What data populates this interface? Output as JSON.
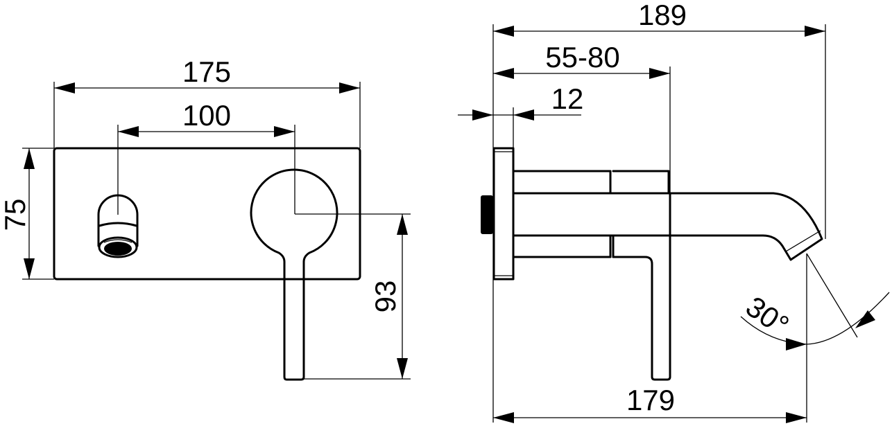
{
  "drawing": {
    "type": "technical-dimension-drawing",
    "subject": "wall-mounted basin mixer",
    "units": "mm",
    "front_view": {
      "dimensions": {
        "plate_width": "175",
        "spout_to_lever_spacing": "100",
        "plate_height": "75",
        "lever_center_to_tip": "93"
      }
    },
    "side_view": {
      "dimensions": {
        "overall_projection": "189",
        "installation_depth_range": "55-80",
        "plate_thickness": "12",
        "spout_outlet_projection": "179",
        "outlet_angle": "30°"
      }
    },
    "colors": {
      "line": "#000000",
      "background": "#ffffff"
    }
  }
}
